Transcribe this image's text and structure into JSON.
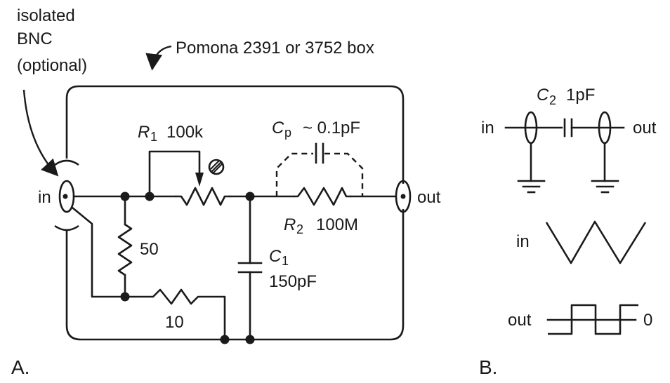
{
  "figure": {
    "panel_a_label": "A.",
    "panel_b_label": "B."
  },
  "annotations": {
    "bnc_note_line1": "isolated",
    "bnc_note_line2": "BNC",
    "bnc_note_line3": "(optional)",
    "box_note": "Pomona 2391 or 3752 box"
  },
  "circuit_a": {
    "input_label": "in",
    "output_label": "out",
    "r1": {
      "symbol": "R",
      "subscript": "1",
      "value": "100k"
    },
    "r2": {
      "symbol": "R",
      "subscript": "2",
      "value": "100M"
    },
    "cp": {
      "symbol": "C",
      "subscript": "p",
      "value": "~ 0.1pF"
    },
    "c1": {
      "symbol": "C",
      "subscript": "1",
      "value": "150pF"
    },
    "r_shunt": {
      "value": "50"
    },
    "r_series": {
      "value": "10"
    }
  },
  "circuit_b": {
    "input_label": "in",
    "output_label": "out",
    "c2": {
      "symbol": "C",
      "subscript": "2",
      "value": "1pF"
    }
  },
  "waveforms": {
    "input_label": "in",
    "output_label": "out",
    "zero_label": "0"
  }
}
